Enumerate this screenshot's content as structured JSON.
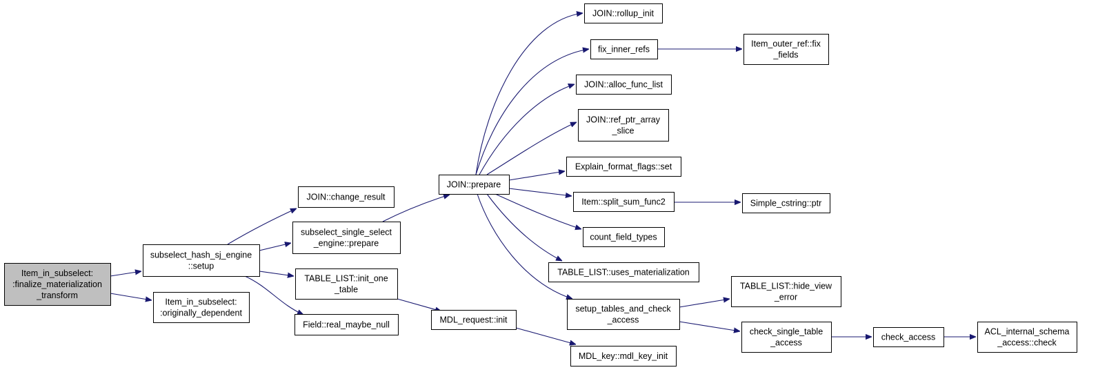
{
  "graph": {
    "edge_color": "#191970",
    "root_fill": "#bfbfbf",
    "nodes": [
      {
        "id": "root",
        "lines": [
          "Item_in_subselect:",
          ":finalize_materialization",
          "_transform"
        ],
        "root": true
      },
      {
        "id": "hashsj",
        "lines": [
          "subselect_hash_sj_engine",
          "::setup"
        ]
      },
      {
        "id": "origdep",
        "lines": [
          "Item_in_subselect:",
          ":originally_dependent"
        ]
      },
      {
        "id": "chgres",
        "lines": [
          "JOIN::change_result"
        ]
      },
      {
        "id": "sssprep",
        "lines": [
          "subselect_single_select",
          "_engine::prepare"
        ]
      },
      {
        "id": "tlinit",
        "lines": [
          "TABLE_LIST::init_one",
          "_table"
        ]
      },
      {
        "id": "realnull",
        "lines": [
          "Field::real_maybe_null"
        ]
      },
      {
        "id": "joinprep",
        "lines": [
          "JOIN::prepare"
        ]
      },
      {
        "id": "mdlreq",
        "lines": [
          "MDL_request::init"
        ]
      },
      {
        "id": "mdlkey",
        "lines": [
          "MDL_key::mdl_key_init"
        ]
      },
      {
        "id": "rollup",
        "lines": [
          "JOIN::rollup_init"
        ]
      },
      {
        "id": "fixinner",
        "lines": [
          "fix_inner_refs"
        ]
      },
      {
        "id": "allocfn",
        "lines": [
          "JOIN::alloc_func_list"
        ]
      },
      {
        "id": "refptr",
        "lines": [
          "JOIN::ref_ptr_array",
          "_slice"
        ]
      },
      {
        "id": "explain",
        "lines": [
          "Explain_format_flags::set"
        ]
      },
      {
        "id": "splitsum",
        "lines": [
          "Item::split_sum_func2"
        ]
      },
      {
        "id": "countft",
        "lines": [
          "count_field_types"
        ]
      },
      {
        "id": "usesmat",
        "lines": [
          "TABLE_LIST::uses_materialization"
        ]
      },
      {
        "id": "setuptab",
        "lines": [
          "setup_tables_and_check",
          "_access"
        ]
      },
      {
        "id": "outerref",
        "lines": [
          "Item_outer_ref::fix",
          "_fields"
        ]
      },
      {
        "id": "cstrptr",
        "lines": [
          "Simple_cstring::ptr"
        ]
      },
      {
        "id": "hideview",
        "lines": [
          "TABLE_LIST::hide_view",
          "_error"
        ]
      },
      {
        "id": "chksingle",
        "lines": [
          "check_single_table",
          "_access"
        ]
      },
      {
        "id": "chkaccess",
        "lines": [
          "check_access"
        ]
      },
      {
        "id": "aclcheck",
        "lines": [
          "ACL_internal_schema",
          "_access::check"
        ]
      }
    ],
    "edges": [
      [
        "root",
        "hashsj"
      ],
      [
        "root",
        "origdep"
      ],
      [
        "hashsj",
        "chgres"
      ],
      [
        "hashsj",
        "sssprep"
      ],
      [
        "hashsj",
        "tlinit"
      ],
      [
        "hashsj",
        "realnull"
      ],
      [
        "sssprep",
        "joinprep"
      ],
      [
        "tlinit",
        "mdlreq"
      ],
      [
        "mdlreq",
        "mdlkey"
      ],
      [
        "joinprep",
        "rollup"
      ],
      [
        "joinprep",
        "fixinner"
      ],
      [
        "joinprep",
        "allocfn"
      ],
      [
        "joinprep",
        "refptr"
      ],
      [
        "joinprep",
        "explain"
      ],
      [
        "joinprep",
        "splitsum"
      ],
      [
        "joinprep",
        "countft"
      ],
      [
        "joinprep",
        "usesmat"
      ],
      [
        "joinprep",
        "setuptab"
      ],
      [
        "fixinner",
        "outerref"
      ],
      [
        "splitsum",
        "cstrptr"
      ],
      [
        "setuptab",
        "hideview"
      ],
      [
        "setuptab",
        "chksingle"
      ],
      [
        "chksingle",
        "chkaccess"
      ],
      [
        "chkaccess",
        "aclcheck"
      ]
    ]
  }
}
